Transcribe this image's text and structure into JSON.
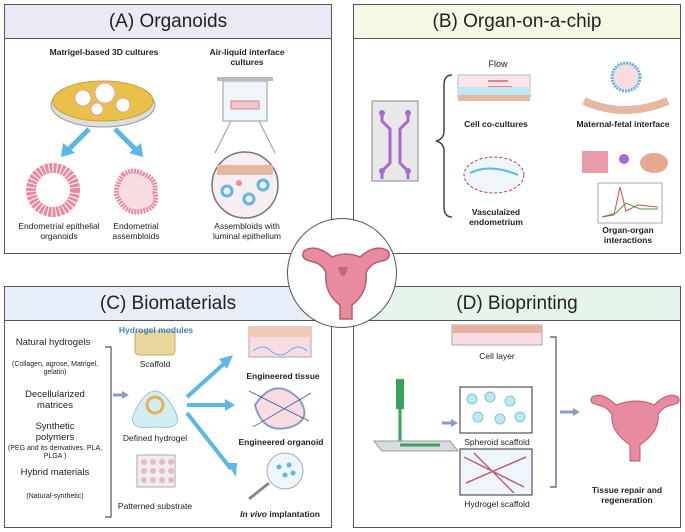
{
  "center_icon": "uterus-icon",
  "colors": {
    "panel_a_header": "#ece9f5",
    "panel_b_header": "#f6f8e6",
    "panel_c_header": "#e7eef8",
    "panel_d_header": "#e7f4ec",
    "arrow_blue": "#5bb7e6",
    "accent_blue": "#3d7fc4",
    "tissue_pink": "#e88aa0"
  },
  "panel_a": {
    "title": "(A) Organoids",
    "matrigel_label": "Matrigel-based 3D cultures",
    "airliquid_label": "Air-liquid interface cultures",
    "epithelial_label": "Endometrial epithelial organoids",
    "assembloids_label": "Endometrial assembloids",
    "luminal_label": "Assembloids with luminal epithelium"
  },
  "panel_b": {
    "title": "(B) Organ-on-a-chip",
    "flow_label": "Flow",
    "coculture_label": "Cell co-cultures",
    "maternal_label": "Maternal-fetal interface",
    "vascular_label": "Vasculaized endometrium",
    "organ_label": "Organ-organ interactions"
  },
  "panel_c": {
    "title": "(C) Biomaterials",
    "natural_label": "Natural hydrogels",
    "natural_sub": "(Collagen, agrose, Matrigel, gelatin)",
    "decell_label": "Decellularized matrices",
    "synthetic_label": "Synthetic polymers",
    "synthetic_sub": "(PEG and its derivatives. PLA, PLGA )",
    "hybrid_label": "Hybrid materials",
    "hybrid_sub": "(Natural-synthetic)",
    "modules_label": "Hydrogel modules",
    "scaffold_label": "Scaffold",
    "defined_label": "Defined hydrogel",
    "patterned_label": "Patterned  substrate",
    "eng_tissue_label": "Engineered tissue",
    "eng_organoid_label": "Engineered organoid",
    "invivo_label": "In vivo",
    "implant_label": " implantation"
  },
  "panel_d": {
    "title": "(D) Bioprinting",
    "cell_layer_label": "Cell layer",
    "spheroid_label": "Spheroid scaffold",
    "hydrogel_label": "Hydrogel scaffold",
    "repair_label": "Tissue repair and regeneration"
  }
}
